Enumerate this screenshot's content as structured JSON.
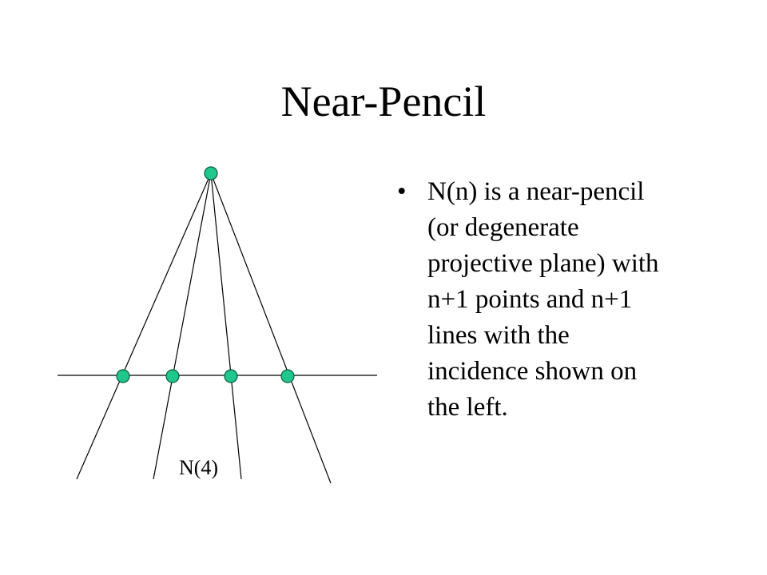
{
  "slide": {
    "title": "Near-Pencil",
    "bullet_marker": "•",
    "bullet_lines": [
      "N(n) is a near-pencil",
      "(or degenerate",
      "projective plane) with",
      "n+1 points and n+1",
      "lines with the",
      "incidence shown on",
      "the left."
    ],
    "diagram_label": "N(4)"
  },
  "colors": {
    "background": "#ffffff",
    "text": "#000000",
    "line": "#000000",
    "point_fill": "#1fc78c",
    "point_stroke": "#0a5c3f"
  }
}
